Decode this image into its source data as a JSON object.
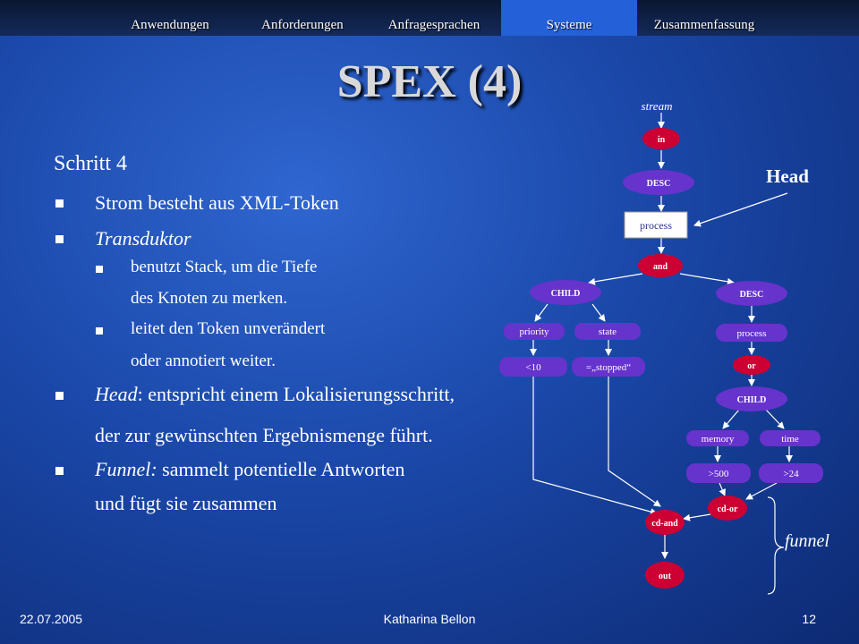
{
  "nav": {
    "tabs": [
      {
        "label": "Anwendungen",
        "active": false
      },
      {
        "label": "Anforderungen",
        "active": false
      },
      {
        "label": "Anfragesprachen",
        "active": false
      },
      {
        "label": "Systeme",
        "active": true
      },
      {
        "label": "Zusammenfassung",
        "active": false
      }
    ]
  },
  "slide": {
    "title": "SPEX (4)",
    "subheading": "Schritt 4",
    "bullets": {
      "b1": "Strom besteht aus XML-Token",
      "b2": "Transduktor",
      "b2_sub1_line1": "benutzt Stack, um die Tiefe",
      "b2_sub1_line2": "des Knoten zu merken.",
      "b2_sub2_line1": "leitet den Token unverändert",
      "b2_sub2_line2": "oder annotiert weiter.",
      "b3_term": "Head",
      "b3_rest": ": entspricht einem Lokalisierungsschritt,",
      "b3_line2": "der zur gewünschten Ergebnismenge führt.",
      "b4_term": "Funnel:",
      "b4_rest": " sammelt potentielle Antworten",
      "b4_line2": "und fügt sie zusammen"
    }
  },
  "diagram": {
    "stream_label": "stream",
    "head_label": "Head",
    "funnel_label": "funnel",
    "nodes": {
      "in": "in",
      "desc1": "DESC",
      "process1": "process",
      "and": "and",
      "child1": "CHILD",
      "desc2": "DESC",
      "priority": "priority",
      "state": "state",
      "lt10": "<10",
      "stopped": "=„stopped“",
      "process2": "process",
      "or": "or",
      "child2": "CHILD",
      "memory": "memory",
      "time": "time",
      "gt500": ">500",
      "gt24": ">24",
      "cdor": "cd-or",
      "cdand": "cd-and",
      "out": "out"
    },
    "colors": {
      "node_fill": "#cc0033",
      "node_fill_purple": "#6633cc",
      "node_text": "#ffffff",
      "edge": "#ffffff"
    }
  },
  "footer": {
    "date": "22.07.2005",
    "author": "Katharina Bellon",
    "page": "12"
  }
}
